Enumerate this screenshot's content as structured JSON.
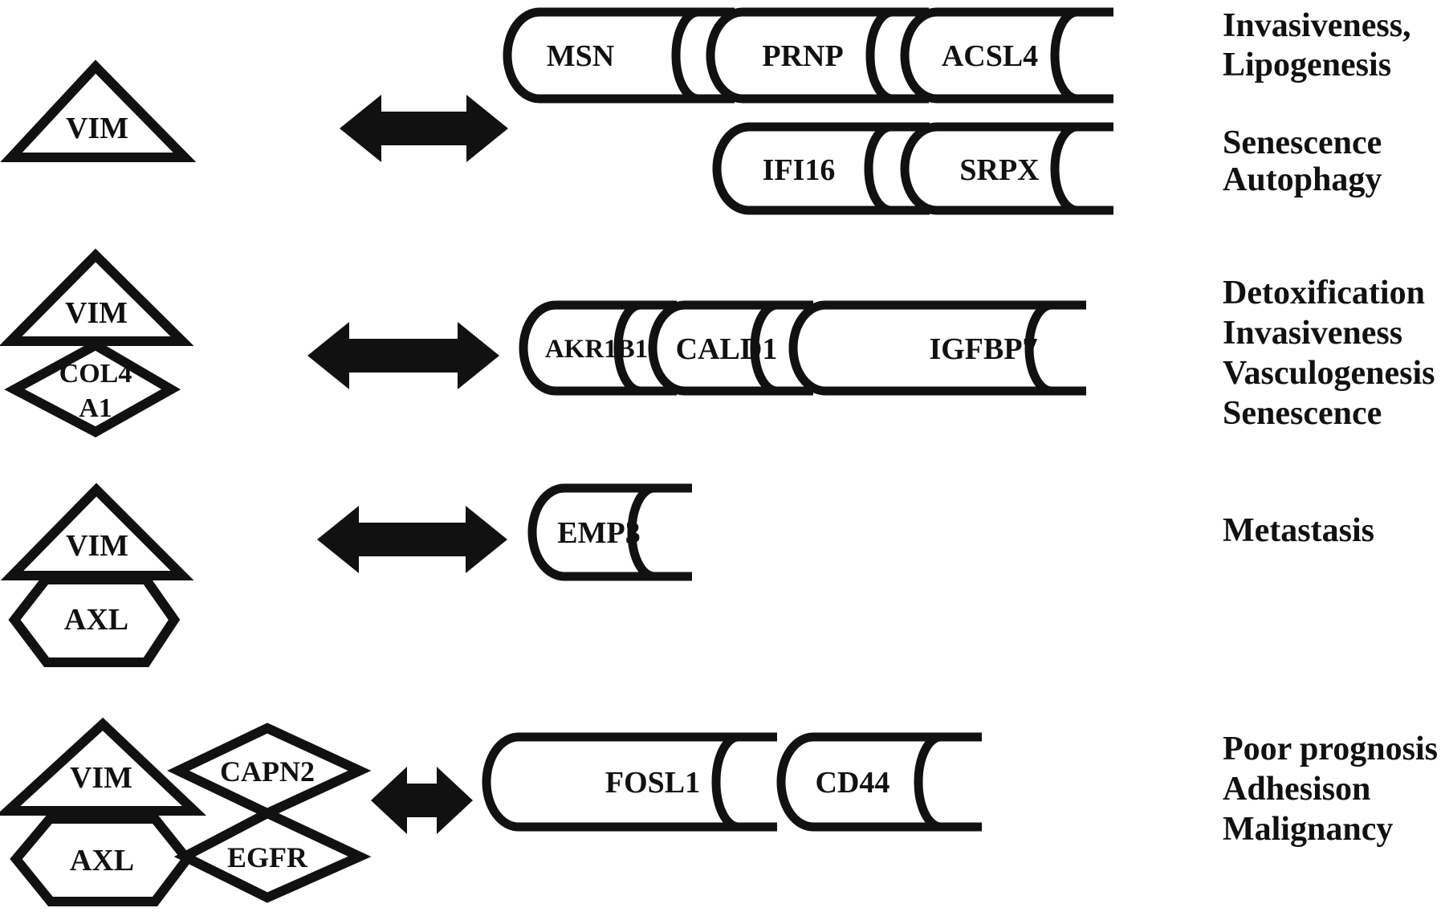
{
  "figure_colors": {
    "background": "#ffffff",
    "ink": "#111111"
  },
  "rows": [
    {
      "cluster": [
        {
          "shape": "triangle",
          "label": "VIM"
        }
      ],
      "chains": [
        {
          "genes": [
            "MSN",
            "PRNP",
            "ACSL4"
          ]
        },
        {
          "genes": [
            "IFI16",
            "SRPX"
          ]
        }
      ],
      "functions": [
        [
          "Invasiveness,",
          "Lipogenesis"
        ],
        [
          "Senescence",
          "Autophagy"
        ]
      ]
    },
    {
      "cluster": [
        {
          "shape": "triangle",
          "label": "VIM"
        },
        {
          "shape": "diamond",
          "label": "COL4A1",
          "lines": [
            "COL4",
            "A1"
          ]
        }
      ],
      "chains": [
        {
          "genes": [
            "AKR1B1",
            "CALD1",
            "IGFBP7"
          ]
        }
      ],
      "functions": [
        [
          "Detoxification",
          "Invasiveness",
          "Vasculogenesis",
          "Senescence"
        ]
      ]
    },
    {
      "cluster": [
        {
          "shape": "triangle",
          "label": "VIM"
        },
        {
          "shape": "hexagon",
          "label": "AXL"
        }
      ],
      "chains": [
        {
          "genes": [
            "EMP3"
          ]
        }
      ],
      "functions": [
        [
          "Metastasis"
        ]
      ]
    },
    {
      "cluster": [
        {
          "shape": "triangle",
          "label": "VIM"
        },
        {
          "shape": "hexagon",
          "label": "AXL"
        },
        {
          "shape": "diamond",
          "label": "CAPN2"
        },
        {
          "shape": "diamond",
          "label": "EGFR"
        }
      ],
      "chains": [
        {
          "genes": [
            "FOSL1",
            "CD44"
          ]
        }
      ],
      "functions": [
        [
          "Poor prognosis",
          "Adhesison",
          "Malignancy"
        ]
      ]
    }
  ]
}
